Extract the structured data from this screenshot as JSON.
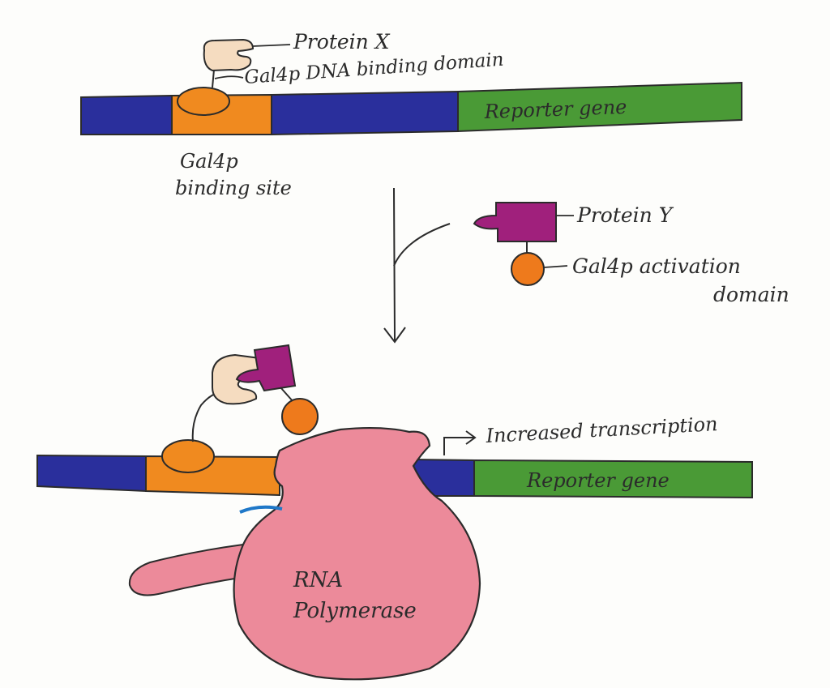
{
  "labels": {
    "protein_x": "Protein X",
    "dna_binding_domain": "Gal4p DNA binding domain",
    "binding_site_line1": "Gal4p",
    "binding_site_line2": "binding site",
    "reporter_gene_top": "Reporter gene",
    "protein_y": "Protein Y",
    "activation_domain_line1": "Gal4p activation",
    "activation_domain_line2": "domain",
    "increased_transcription": "Increased transcription",
    "reporter_gene_bottom": "Reporter gene",
    "rna_line1": "RNA",
    "rna_line2": "Polymerase"
  },
  "colors": {
    "dna_blue": "#2a2f9c",
    "binding_site_orange": "#f08a1f",
    "reporter_green": "#4a9a36",
    "protein_x_beige": "#f5dcc0",
    "protein_y_magenta": "#a0207c",
    "activation_orange": "#ee7a1c",
    "polymerase_pink": "#ec8a9a",
    "outline": "#2b2b2b"
  }
}
